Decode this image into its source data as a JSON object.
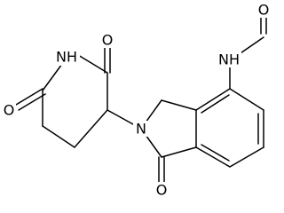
{
  "molecule": {
    "labels": {
      "formyl_O": "O",
      "amide_NH": "NH",
      "imide_NH": "NH",
      "imide_O_top": "O",
      "imide_O_left": "O",
      "lactam_N": "N",
      "lactam_O": "O"
    },
    "colors": {
      "bond": "#000000",
      "text": "#000000",
      "background": "#ffffff"
    }
  }
}
